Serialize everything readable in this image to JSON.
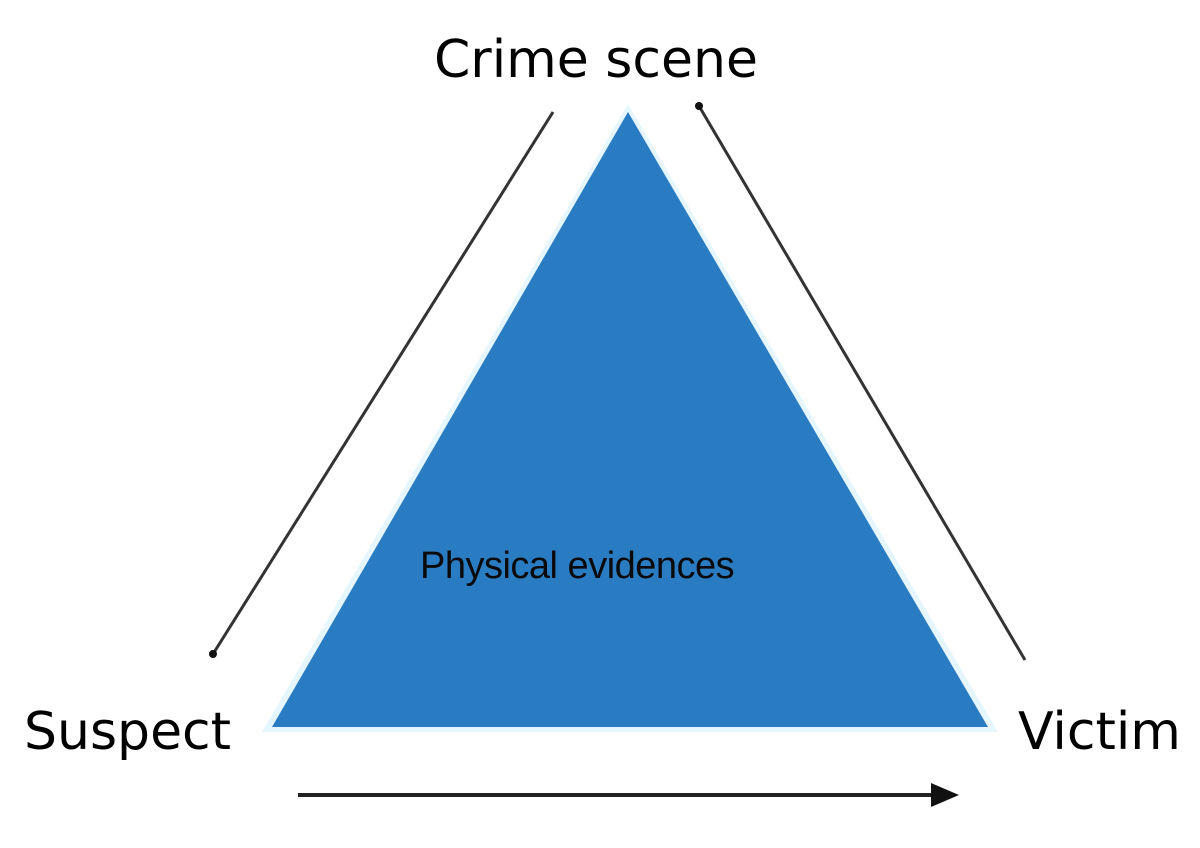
{
  "diagram": {
    "title_node": "Crime scene",
    "left_node": "Suspect",
    "right_node": "Victim",
    "center_label": "Physical evidences",
    "triangle_color": "#2a7cc2",
    "arrows": [
      {
        "from": "Crime scene",
        "to": "Suspect"
      },
      {
        "from": "Victim",
        "to": "Crime scene"
      },
      {
        "from": "Suspect",
        "to": "Victim"
      }
    ]
  }
}
